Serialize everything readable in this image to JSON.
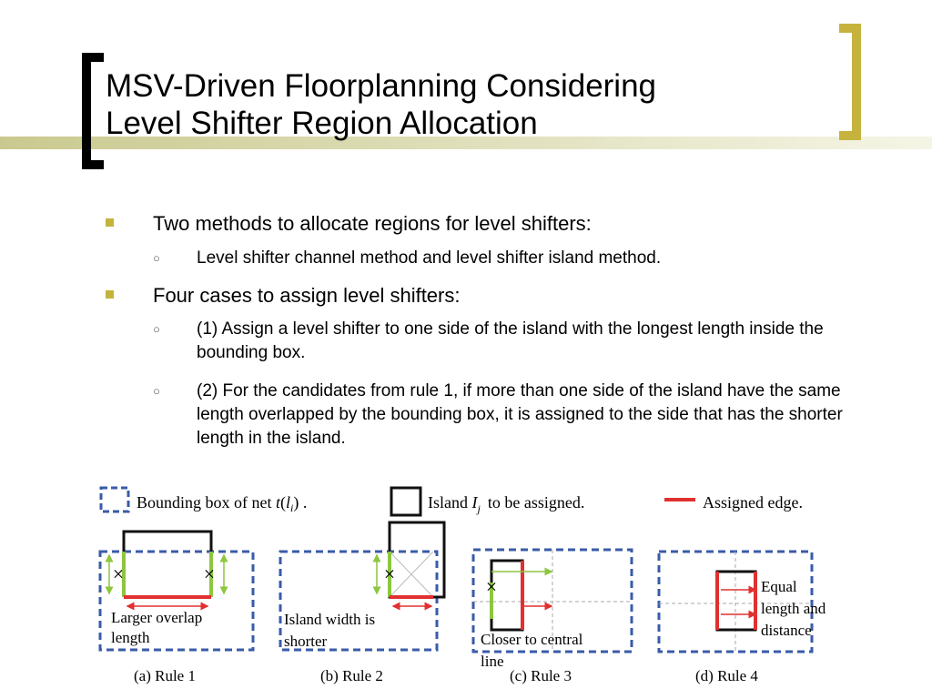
{
  "slide": {
    "title_line1": "MSV-Driven Floorplanning Considering",
    "title_line2": "Level Shifter Region Allocation",
    "bullets": [
      {
        "text": "Two methods to allocate regions for level shifters:",
        "sub": [
          "Level shifter channel method and level shifter island method."
        ]
      },
      {
        "text": "Four cases to assign level shifters:",
        "sub": [
          "(1) Assign a level shifter to one side of the island with the longest length inside the bounding box.",
          "(2) For the candidates from rule 1, if more than one side of the island have the same length overlapped by the bounding box, it is assigned to the side that has the shorter length in the island."
        ]
      }
    ],
    "sub_marker": "○"
  },
  "figure": {
    "legend_bbox_prefix": "Bounding box of net ",
    "legend_bbox_t": "t",
    "legend_bbox_l": "l",
    "legend_bbox_i": "i",
    "legend_bbox_suffix": " .",
    "legend_island_prefix": "Island ",
    "legend_island_I": "I",
    "legend_island_j": "j",
    "legend_island_suffix": "to be assigned.",
    "legend_edge": "Assigned edge.",
    "panel_a_text1": "Larger overlap",
    "panel_a_text2": "length",
    "panel_b_text1": "Island width is",
    "panel_b_text2": "shorter",
    "panel_c_text1": "Closer to central",
    "panel_c_text2": "line",
    "panel_d_text1": "Equal",
    "panel_d_text2": "length and",
    "panel_d_text3": "distance",
    "cross_mark": "×",
    "captions": [
      "(a) Rule 1",
      "(b) Rule 2",
      "(c) Rule 3",
      "(d) Rule 4"
    ],
    "colors": {
      "bbox": "#3a5ba8",
      "edge": "#e03030",
      "arrow": "#8dc63f",
      "island": "#111111"
    }
  },
  "theme": {
    "accent": "#c5b33d",
    "bar": "#dedfb8"
  }
}
